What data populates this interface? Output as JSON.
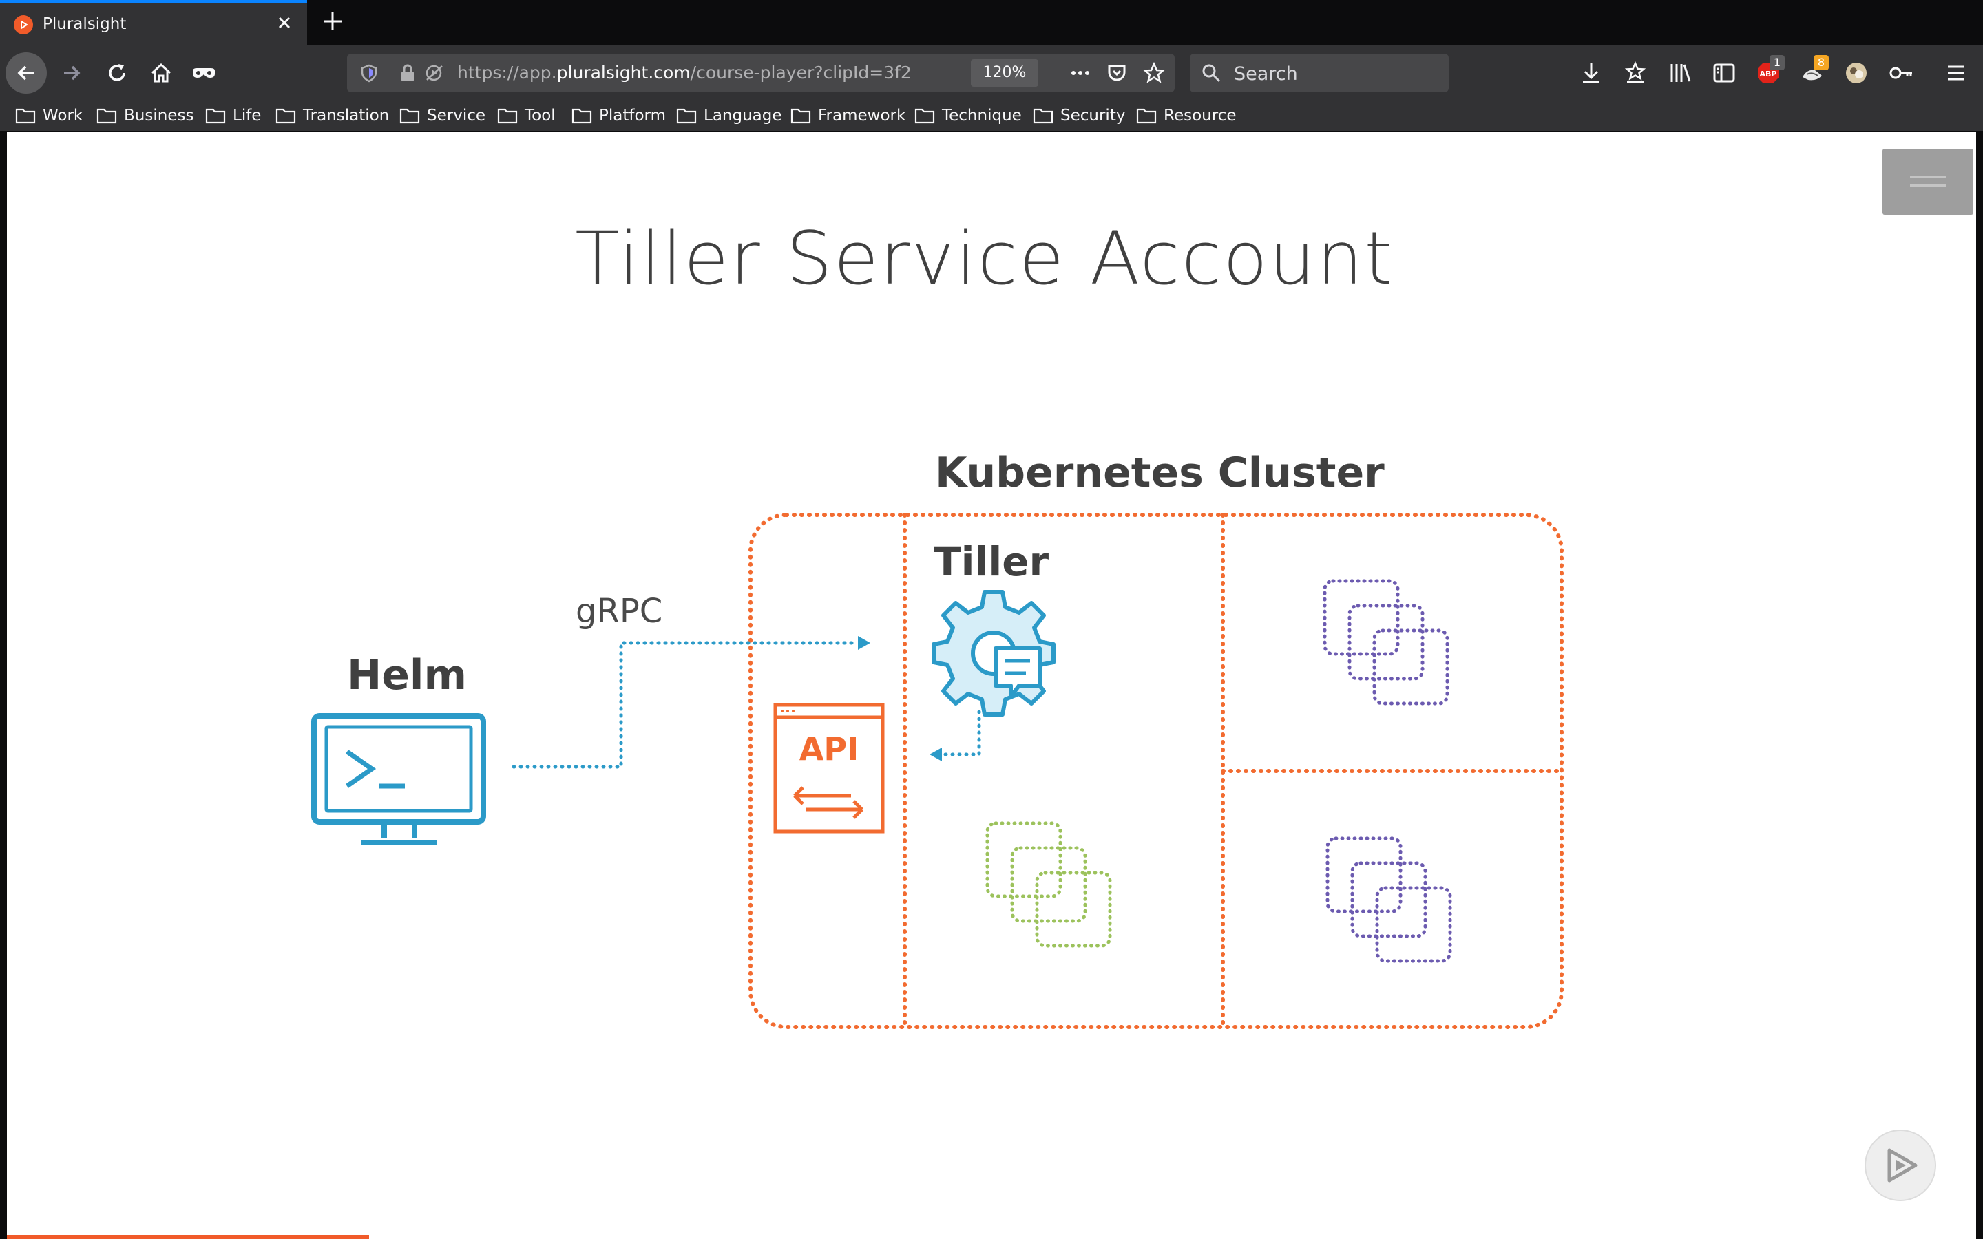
{
  "browser": {
    "tab_title": "Pluralsight",
    "url_prefix": "https://app.",
    "url_domain": "pluralsight.com",
    "url_path": "/course-player?clipId=3f2",
    "zoom": "120%",
    "search_placeholder": "Search",
    "badge_abp": "1",
    "badge_ext": "8",
    "colors": {
      "accent": "#0a84ff",
      "toolbar": "#323234",
      "brand": "#f15b2a"
    }
  },
  "bookmarks": [
    "Work",
    "Business",
    "Life",
    "Translation",
    "Service",
    "Tool",
    "Platform",
    "Language",
    "Framework",
    "Technique",
    "Security",
    "Resource"
  ],
  "slide": {
    "title": "Tiller Service Account",
    "cluster_label": "Kubernetes Cluster",
    "helm_label": "Helm",
    "grpc_label": "gRPC",
    "tiller_label": "Tiller",
    "api_label": "API",
    "colors": {
      "orange": "#f26b30",
      "blue": "#2b9ac8",
      "purple": "#6c5bb0",
      "green": "#9cc25c"
    }
  }
}
